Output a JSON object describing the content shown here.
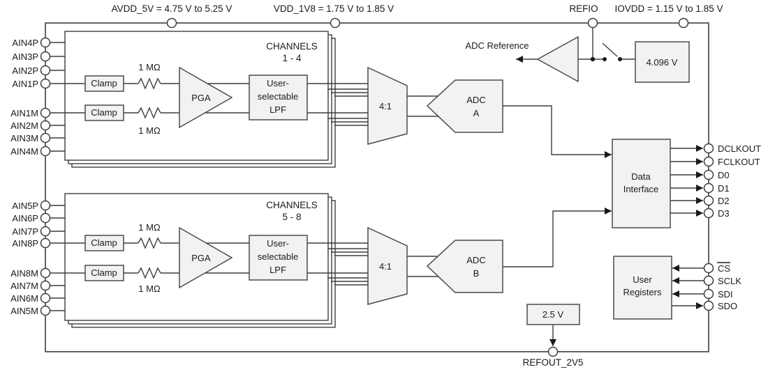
{
  "colors": {
    "wire": "#3d3d3d",
    "block_fill": "#f2f2f2",
    "block_stroke": "#4a4a4a",
    "text": "#1a1a1a",
    "background": "#ffffff"
  },
  "supplies": {
    "avdd": "AVDD_5V = 4.75 V to 5.25 V",
    "vdd_1v8": "VDD_1V8 = 1.75 V to 1.85 V",
    "refio": "REFIO",
    "iovdd": "IOVDD = 1.15 V to 1.85 V"
  },
  "pins": {
    "left_upper": [
      "AIN4P",
      "AIN3P",
      "AIN2P",
      "AIN1P",
      "AIN1M",
      "AIN2M",
      "AIN3M",
      "AIN4M"
    ],
    "left_lower": [
      "AIN5P",
      "AIN6P",
      "AIN7P",
      "AIN8P",
      "AIN8M",
      "AIN7M",
      "AIN6M",
      "AIN5M"
    ],
    "right_data": [
      "DCLKOUT",
      "FCLKOUT",
      "D0",
      "D1",
      "D2",
      "D3"
    ],
    "right_spi": [
      "CS",
      "SCLK",
      "SDI",
      "SDO"
    ],
    "refout": "REFOUT_2V5"
  },
  "channel_groups": [
    {
      "title_line1": "CHANNELS",
      "title_line2": "1 - 4",
      "clamp": "Clamp",
      "resistor": "1 MΩ",
      "pga": "PGA",
      "lpf_lines": [
        "User-",
        "selectable",
        "LPF"
      ],
      "mux": "4:1",
      "adc_line1": "ADC",
      "adc_line2": "A"
    },
    {
      "title_line1": "CHANNELS",
      "title_line2": "5 - 8",
      "clamp": "Clamp",
      "resistor": "1 MΩ",
      "pga": "PGA",
      "lpf_lines": [
        "User-",
        "selectable",
        "LPF"
      ],
      "mux": "4:1",
      "adc_line1": "ADC",
      "adc_line2": "B"
    }
  ],
  "reference": {
    "buffer_label": "ADC Reference",
    "internal_ref": "4.096 V",
    "refout_source": "2.5 V"
  },
  "digital": {
    "data_interface_lines": [
      "Data",
      "Interface"
    ],
    "user_registers_lines": [
      "User",
      "Registers"
    ]
  }
}
